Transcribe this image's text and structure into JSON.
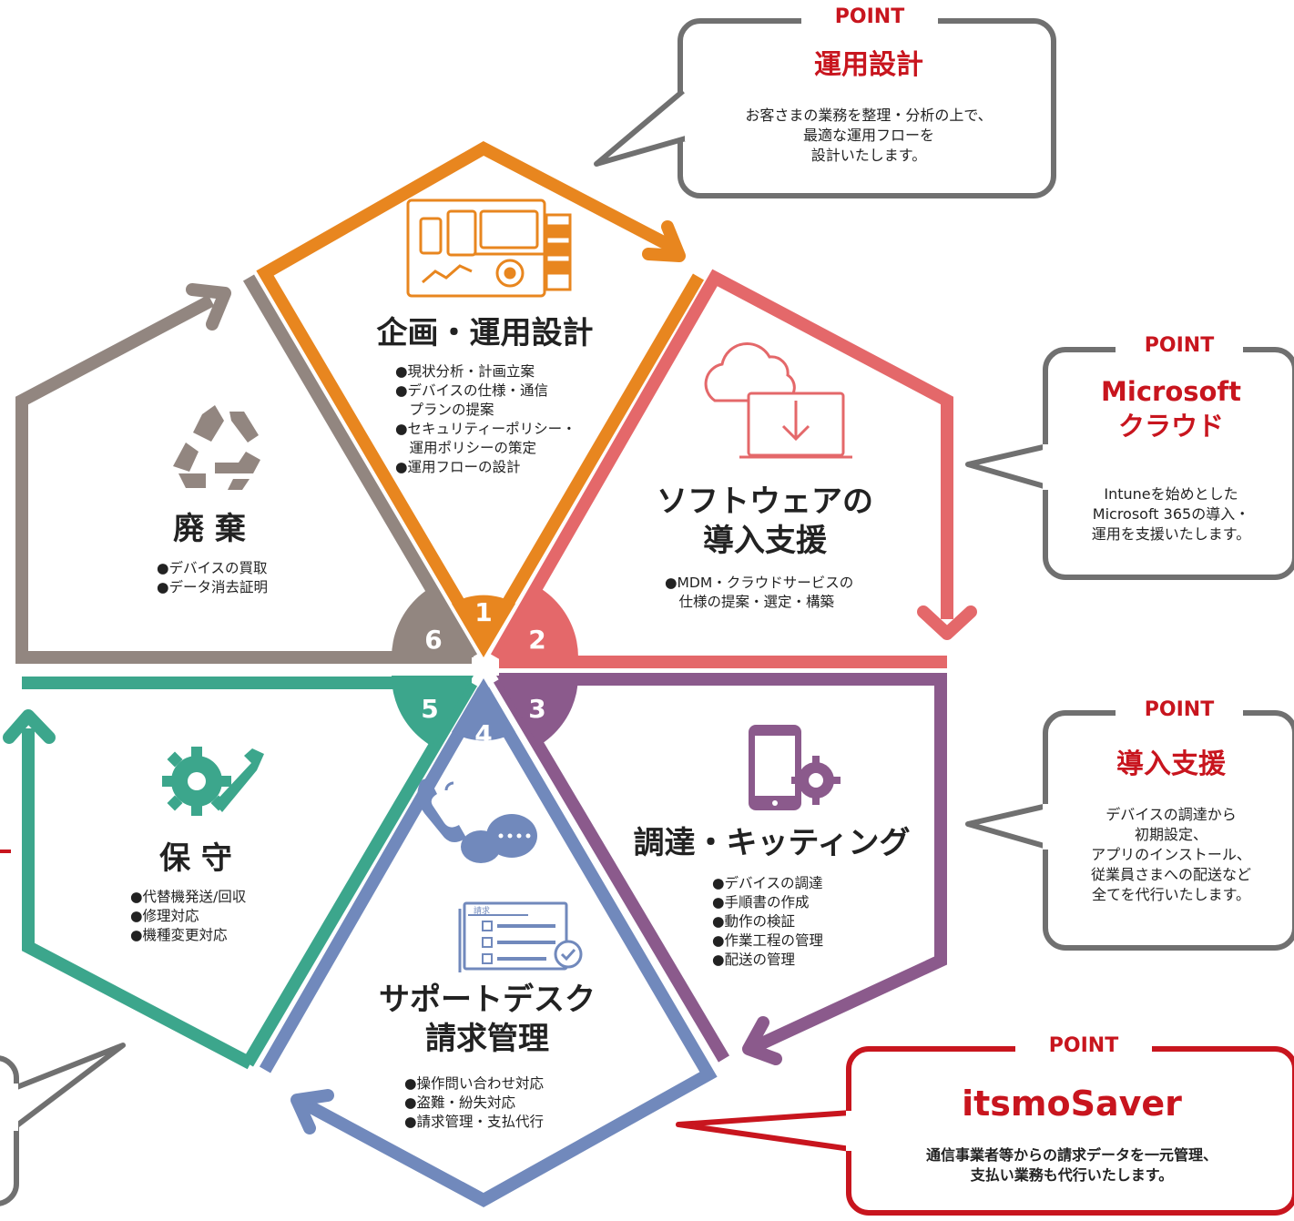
{
  "segments": [
    {
      "num": "1",
      "title": "企画・運用設計",
      "bullets": [
        "●現状分析・計画立案",
        "●デバイスの仕様・通信",
        "　プランの提案",
        "●セキュリティーポリシー・",
        "　運用ポリシーの策定",
        "●運用フローの設計"
      ]
    },
    {
      "num": "2",
      "title_lines": [
        "ソフトウェアの",
        "導入支援"
      ],
      "bullets": [
        "●MDM・クラウドサービスの",
        "　仕様の提案・選定・構築"
      ]
    },
    {
      "num": "3",
      "title": "調達・キッティング",
      "bullets": [
        "●デバイスの調達",
        "●手順書の作成",
        "●動作の検証",
        "●作業工程の管理",
        "●配送の管理"
      ]
    },
    {
      "num": "4",
      "title_lines": [
        "サポートデスク",
        "請求管理"
      ],
      "bullets": [
        "●操作問い合わせ対応",
        "●盗難・紛失対応",
        "●請求管理・支払代行"
      ]
    },
    {
      "num": "5",
      "title": "保 守",
      "bullets": [
        "●代替機発送/回収",
        "●修理対応",
        "●機種変更対応"
      ]
    },
    {
      "num": "6",
      "title": "廃 棄",
      "bullets": [
        "●デバイスの買取",
        "●データ消去証明"
      ]
    }
  ],
  "callouts": [
    {
      "label": "POINT",
      "title": "運用設計",
      "body": [
        "お客さまの業務を整理・分析の上で、",
        "最適な運用フローを",
        "設計いたします。"
      ]
    },
    {
      "label": "POINT",
      "title_lines": [
        "Microsoft",
        "クラウド"
      ],
      "body": [
        "Intuneを始めとした",
        "Microsoft 365の導入・",
        "運用を支援いたします。"
      ]
    },
    {
      "label": "POINT",
      "title": "導入支援",
      "body": [
        "デバイスの調達から",
        "初期設定、",
        "アプリのインストール、",
        "従業員さまへの配送など",
        "全てを代行いたします。"
      ]
    },
    {
      "label": "POINT",
      "logo_text": "itsmoSaver",
      "body": [
        "通信事業者等からの請求データを一元管理、",
        "支払い業務も代行いたします。"
      ]
    }
  ],
  "icons": {
    "seg1": "planning-devices-icon",
    "seg2": "cloud-download-laptop-icon",
    "seg3": "smartphone-gear-icon",
    "seg4": "phone-chat-invoice-icon",
    "seg5": "gear-wrench-icon",
    "seg6": "recycle-icon"
  },
  "invoice_icon_label": "請求",
  "colors": {
    "orange": "#e8861f",
    "coral": "#e4686a",
    "purple": "#8b5a8c",
    "blue": "#7189bc",
    "teal": "#3ca68c",
    "taupe": "#928680",
    "gray_border": "#707070",
    "red": "#c8151e"
  }
}
